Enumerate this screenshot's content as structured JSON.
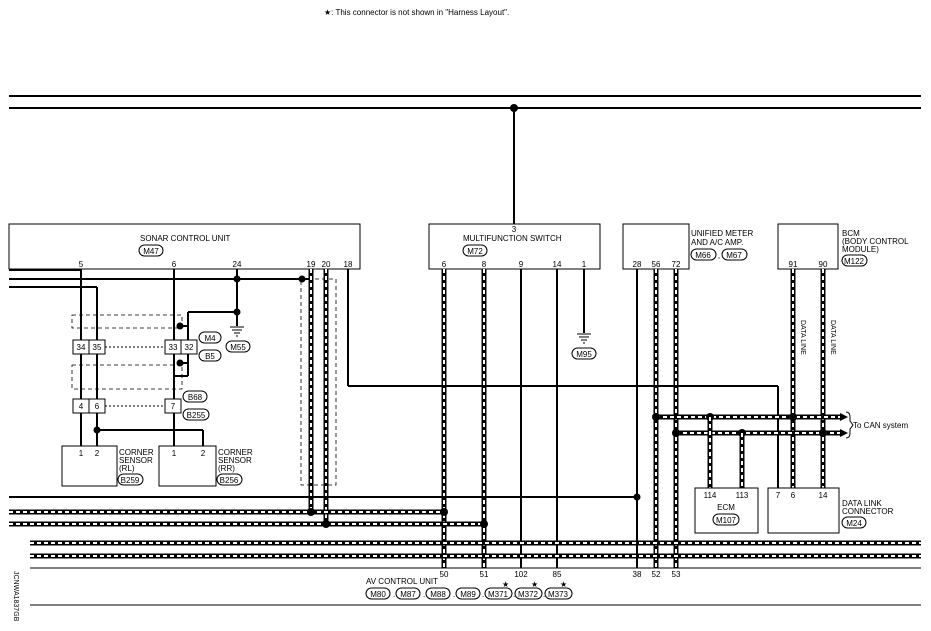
{
  "note": "★: This connector is not shown in \"Harness Layout\".",
  "sonar_unit": {
    "name": "SONAR CONTROL UNIT",
    "connector": "M47",
    "pins": [
      "5",
      "6",
      "24",
      "19",
      "20",
      "18"
    ]
  },
  "multifunction_switch": {
    "name": "MULTIFUNCTION SWITCH",
    "connector": "M72",
    "top_pin": "3",
    "pins": [
      "6",
      "8",
      "9",
      "14",
      "1"
    ]
  },
  "meter": {
    "name_line1": "UNIFIED METER",
    "name_line2": "AND A/C AMP.",
    "connectors": [
      "M66",
      "M67"
    ],
    "pins": [
      "28",
      "56",
      "72"
    ]
  },
  "bcm": {
    "name_line1": "BCM",
    "name_line2": "(BODY CONTROL",
    "name_line3": "MODULE)",
    "connector": "M122",
    "pins": [
      "91",
      "90"
    ],
    "data_line_label": "DATA LINE"
  },
  "grounds": {
    "g1": "M55",
    "g2": "M95"
  },
  "harness_connectors": {
    "c1_pins": [
      "34",
      "35"
    ],
    "c2_pins": [
      "33",
      "32"
    ],
    "c2_labels": [
      "M4",
      "B5"
    ],
    "c3_pins": [
      "4",
      "6"
    ],
    "c4_pin": "7",
    "c4_labels": [
      "B68",
      "B255"
    ]
  },
  "corner_rl": {
    "pins": [
      "1",
      "2"
    ],
    "name_line1": "CORNER",
    "name_line2": "SENSOR",
    "name_line3": "(RL)",
    "connector": "B259"
  },
  "corner_rr": {
    "pins": [
      "1",
      "2"
    ],
    "name_line1": "CORNER",
    "name_line2": "SENSOR",
    "name_line3": "(RR)",
    "connector": "B256"
  },
  "can": {
    "label": "To CAN system"
  },
  "ecm": {
    "name": "ECM",
    "connector": "M107",
    "pins": [
      "114",
      "113"
    ]
  },
  "dlc": {
    "name_line1": "DATA LINK",
    "name_line2": "CONNECTOR",
    "connector": "M24",
    "pins": [
      "7",
      "6",
      "14"
    ]
  },
  "av_unit": {
    "name": "AV CONTROL UNIT",
    "pins": [
      "50",
      "51",
      "102",
      "85",
      "38",
      "52",
      "53"
    ],
    "connectors": [
      "M80",
      "M87",
      "M88",
      "M89",
      "M371",
      "M372",
      "M373"
    ],
    "star_mark": "★",
    "separator": "."
  },
  "side_code": "JCNWA1837GB"
}
